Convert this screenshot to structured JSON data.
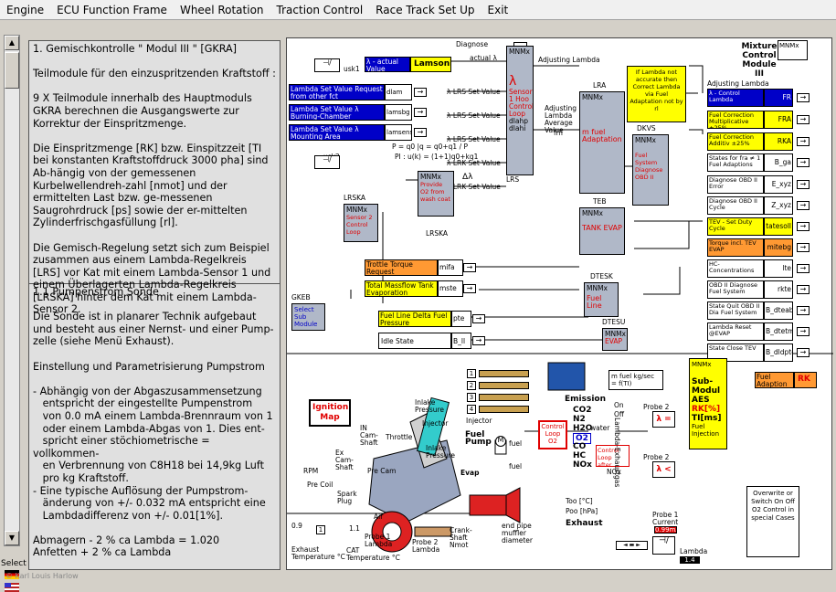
{
  "menubar": {
    "items": [
      "Engine",
      "ECU Function Frame",
      "Wheel Rotation",
      "Traction Control",
      "Race Track Set Up",
      "Exit"
    ]
  },
  "sidebar": {
    "select_label": "Select"
  },
  "textpanel": {
    "section1": "1. Gemischkontrolle \" Modul III \" [GKRA]\n\nTeilmodule für den einzuspritzenden Kraftstoff :\n\n9 X Teilmodule innerhalb des Hauptmoduls GKRA berechnen die Ausgangswerte zur Korrektur der Einspritzmenge.\n\nDie Einspritzmenge [RK] bzw. Einspitzzeit [TI bei konstanten Kraftstoffdruck 3000 pha] sind Ab-hängig von der gemessenen Kurbelwellendreh-zahl [nmot] und der ermittelten Last bzw. ge-messenen Saugrohrdruck [ps] sowie der er-mittelten Zylinderfrischgasfüllung [rl].\n\nDie Gemisch-Regelung setzt sich zum Beispiel zusammen aus einem Lambda-Regelkreis [LRS] vor Kat mit einem Lambda-Sensor 1 und einem Überlagerten Lambda-Regelkreis [LRSKA] hinter dem Kat mit einem Lambda-Sensor 2.",
    "section2": "1.1 Pumpenstrom Sonde\n\nDie Sonde ist in planarer Technik aufgebaut und besteht aus einer Nernst- und einer Pump-zelle (siehe Menü Exhaust).\n\nEinstellung und Parametrisierung Pumpstrom\n\n- Abhängig von der Abgaszusammensetzung\n   entspricht der eingestellte Pumpenstrom\n   von 0.0 mA einem Lambda-Brennraum von 1\n   oder einem Lambda-Abgas von 1. Dies ent-\n   spricht einer stöchiometrische = vollkommen-\n   en Verbrennung von C8H18 bei 14,9kg Luft\n   pro kg Kraftstoff.\n- Eine typische Auflösung der Pumpstrom-\n   änderung von +/- 0.032 mA entspricht eine\n   Lambdadifferenz von +/- 0.01[1%].\n\nAbmagern - 2 % ca Lambda = 1.020\nAnfetten + 2 % ca Lambda"
  },
  "diagram": {
    "title": "Mixture Control Module III",
    "diagnose": "Diagnose",
    "sensors": {
      "usk1": "usk1",
      "usk2": "usk2",
      "actual_value": "λ - actual Value",
      "lamsoni": "Lamsoni",
      "actual_lambda": "actual λ"
    },
    "inputs": [
      {
        "label": "Lambda Set Value Request from other fct",
        "var": "dlam"
      },
      {
        "label": "Lambda Set Value λ Burning-Chamber",
        "var": "lamsbg"
      },
      {
        "label": "Lambda Set Value λ Mounting Area",
        "var": "lamsens"
      }
    ],
    "lrs_inputs": [
      "λ LRS Set Value",
      "λ LRS Set Value",
      "λ LRS Set Value",
      "λ LRK Set Value",
      "λ LRK Set Value"
    ],
    "mnmx": "MNMx",
    "lrs_block": {
      "lambda": "λ",
      "text": "Sensor 1 Hoo Control Loop",
      "vars": [
        "dlahp",
        "dlahi"
      ],
      "name": "LRS"
    },
    "adjusting_lambda": "Adjusting Lambda",
    "adjusting_lambda_avg": "Adjusting Lambda Average Value",
    "fmf": "fm",
    "lra": {
      "name": "LRA",
      "text": "m fuel Adaptation"
    },
    "dkvs": {
      "name": "DKVS",
      "text": "Fuel System Diagnose OBD II"
    },
    "teb": {
      "name": "TEB",
      "text": "TANK EVAP"
    },
    "dtesk": {
      "name": "DTESK",
      "text": "Fuel Line"
    },
    "dtesu": {
      "name": "DTESU",
      "text": "EVAP"
    },
    "lrska": {
      "name": "LRSKA",
      "text": "Sensor 2 Control Loop"
    },
    "lrska2": {
      "name": "LRSKA",
      "text": "Provide O2 from wash coat"
    },
    "formula1": "P = q0 |q = q0+q1 / P",
    "formula2": "PI : u(k) = (1+1)q0+kq1",
    "delta_lambda": "Δλ",
    "gkeb": {
      "name": "GKEB",
      "text": "Select Sub Module"
    },
    "trottle": {
      "label": "Trottle Torque Request",
      "var": "mifa"
    },
    "massflow": {
      "label": "Total Massflow Tank Evaporation",
      "var": "mste"
    },
    "fuel_line_delta": {
      "label": "Fuel Line Delta Fuel Pressure",
      "var": "pte"
    },
    "idle": {
      "label": "Idle State",
      "var": "B_ll"
    },
    "note": "If Lambda not accurate then Correct Lambda via Fuel Adaptation not by rl",
    "outputs": [
      {
        "label": "λ - Control Lambda",
        "var": "FR",
        "color": "blue"
      },
      {
        "label": "Fuel Correction Multiplicative ±25%",
        "var": "FRA",
        "color": "yellow"
      },
      {
        "label": "Fuel Correction Additiv ±25%",
        "var": "RKA",
        "color": "yellow"
      },
      {
        "label": "States for fra ≠ 1 Fuel Adaptions",
        "var": "B_ga",
        "color": "white"
      },
      {
        "label": "Diagnose OBD II Error",
        "var": "E_xyz",
        "color": "white"
      },
      {
        "label": "Diagnose OBD II Cycle",
        "var": "Z_xyz",
        "color": "white"
      },
      {
        "label": "TEV - Set Duty Cycle",
        "var": "tatesoll",
        "color": "yellow"
      },
      {
        "label": "Torque incl. TEV EVAP",
        "var": "mitebg",
        "color": "orange"
      },
      {
        "label": "HC-Concentrations",
        "var": "lte",
        "color": "white"
      },
      {
        "label": "OBD II Diagnose Fuel System",
        "var": "rkte",
        "color": "white"
      },
      {
        "label": "State Quit OBD II Dia Fuel System",
        "var": "B_dteabu",
        "color": "white"
      },
      {
        "label": "Lambda Reset @EVAP",
        "var": "B_dtetm",
        "color": "white"
      },
      {
        "label": "State Close TEV",
        "var": "B_dldpte",
        "color": "white"
      }
    ],
    "adjusting_lambda_out": "Adjusting Lambda",
    "engine": {
      "ignition_map": "Ignition Map",
      "injector": "Injector",
      "emission": "Emission",
      "gases": [
        "CO2",
        "N2",
        "H2O",
        "O2",
        "CO",
        "HC",
        "NOx"
      ],
      "water": "water",
      "fuel_pump": "Fuel Pump",
      "evap": "Evap",
      "exhaust": "Exhaust",
      "control_loop": "Control Loop O2",
      "control_loop2": "Control Loop after treatment",
      "probe1": "Probe 1 Current",
      "probe1_value": "0.99mA",
      "lambda": "Lambda",
      "lambda_value": "1.4",
      "submodul": "Sub-Modul AES",
      "rk": "RK[%]",
      "ti": "TI[ms]",
      "fuel_injection": "Fuel Injection",
      "fuel_adaption": "Fuel Adaption",
      "fuel_adaption_var": "RK",
      "overwrite": "Overwrite or Switch On Off O2 Control in special Cases",
      "kg_sec": "m fuel kg/sec = f(TI)",
      "lambda_eq1": "λ = 1",
      "lambda_lt1": "λ < 1",
      "probe2_1": "Probe 2",
      "probe2_2": "Probe 2",
      "too": "Too [°C]",
      "poo": "Poo [hPa]",
      "temp_exhaust": "Exhaust Temperature °C",
      "temp_cat": "CAT Temperature °C",
      "val_09": "0.9",
      "val_11": "1.1",
      "val_1": "1",
      "on": "On",
      "off": "Off",
      "on2": "On",
      "off2": "Off",
      "probe1_lbl": "Probe 1 Lambda",
      "probe2_lbl": "Probe 2 Lambda",
      "crankshaft": "Crank-Shaft Nmot",
      "end_pipe": "end pipe muffler diameter",
      "cylinders": [
        "1",
        "2",
        "3",
        "4"
      ],
      "inlet_pressure": "Inlake Pressure",
      "rpm": "RPM",
      "pre_coil": "Pre Coil",
      "spark_plug": "Spark Plug",
      "lambda_exhaustgas": "Lambda-Exhaustgas",
      "nox": "NOx",
      "in_cam": "IN Cam-Shaft",
      "ex_cam": "Ex Cam-Shaft",
      "throttle": "Throttle",
      "pre_cam": "Pre Cam",
      "air": "Air",
      "fuel": "fuel",
      "fuel2": "fuel",
      "injector_lbl": "Injector"
    }
  },
  "footer": "© Karl Louis Harlow"
}
